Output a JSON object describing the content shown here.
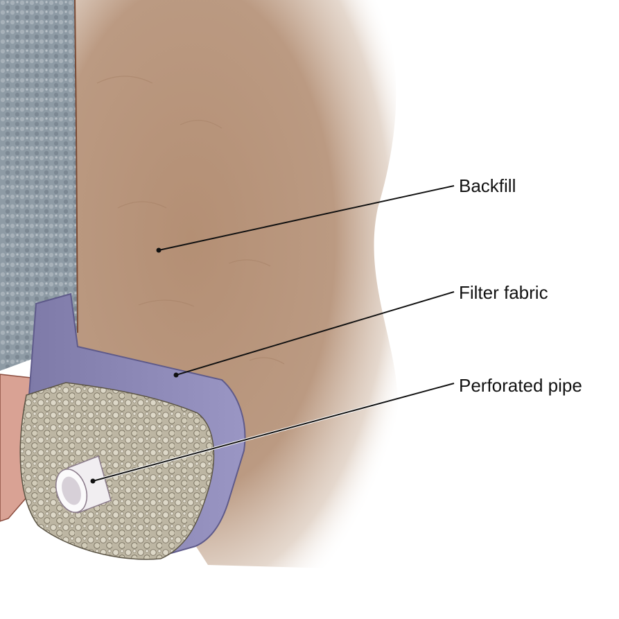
{
  "labels": {
    "backfill": "Backfill",
    "filter_fabric": "Filter fabric",
    "perforated_pipe": "Perforated pipe"
  },
  "colors": {
    "backfill": "#b89880",
    "wall": "#8d9ba6",
    "filter_fabric": "#8c88b8",
    "gravel": "#c9c2ae",
    "pipe": "#f4f1f4",
    "footing": "#d9a294",
    "leader_line": "#111111"
  }
}
